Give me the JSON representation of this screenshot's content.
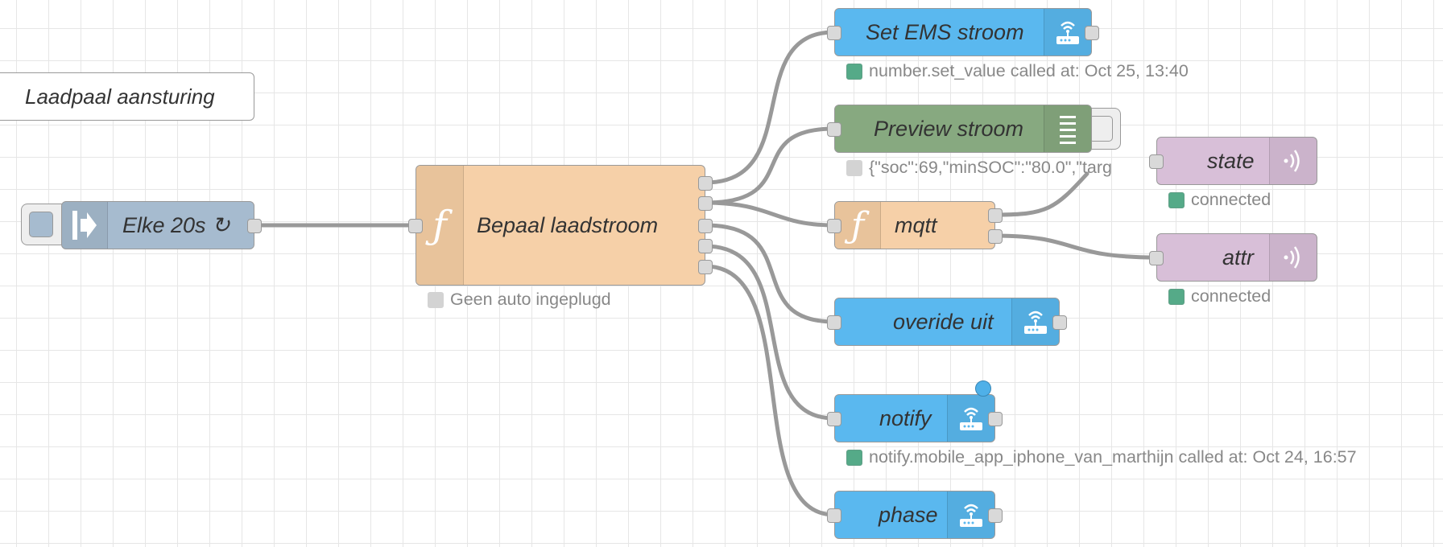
{
  "comment_node": {
    "label": "Laadpaal aansturing"
  },
  "inject_node": {
    "label": "Elke 20s ↻",
    "icon": "arrow-in-icon",
    "color": "#a6bbcf"
  },
  "function_node": {
    "label": "Bepaal laadstroom",
    "icon": "function-icon",
    "color": "#fdd0a2",
    "status": "Geen auto ingeplugd"
  },
  "set_ems_node": {
    "label": "Set EMS stroom",
    "icon": "home-assistant-router-icon",
    "status": "number.set_value called at: Oct 25, 13:40"
  },
  "preview_node": {
    "label": "Preview stroom",
    "icon": "list-icon",
    "color": "#87a980",
    "status": "{\"soc\":69,\"minSOC\":\"80.0\",\"targ"
  },
  "mqtt_function_node": {
    "label": "mqtt",
    "icon": "function-icon"
  },
  "state_node": {
    "label": "state",
    "icon": "mqtt-broadcast-icon",
    "color": "#d8bfd8",
    "status": "connected"
  },
  "attr_node": {
    "label": "attr",
    "icon": "mqtt-broadcast-icon",
    "status": "connected"
  },
  "override_node": {
    "label": "overide uit",
    "icon": "home-assistant-router-icon"
  },
  "notify_node": {
    "label": "notify",
    "icon": "home-assistant-router-icon",
    "status": "notify.mobile_app_iphone_van_marthijn called at: Oct 24, 16:57"
  },
  "phase_node": {
    "label": "phase",
    "icon": "home-assistant-router-icon"
  },
  "colors": {
    "ha_blue": "#5ab8ef",
    "connected_green": "#55aa88",
    "wire": "#999999",
    "changed_indicator": "#4fb0e8"
  }
}
